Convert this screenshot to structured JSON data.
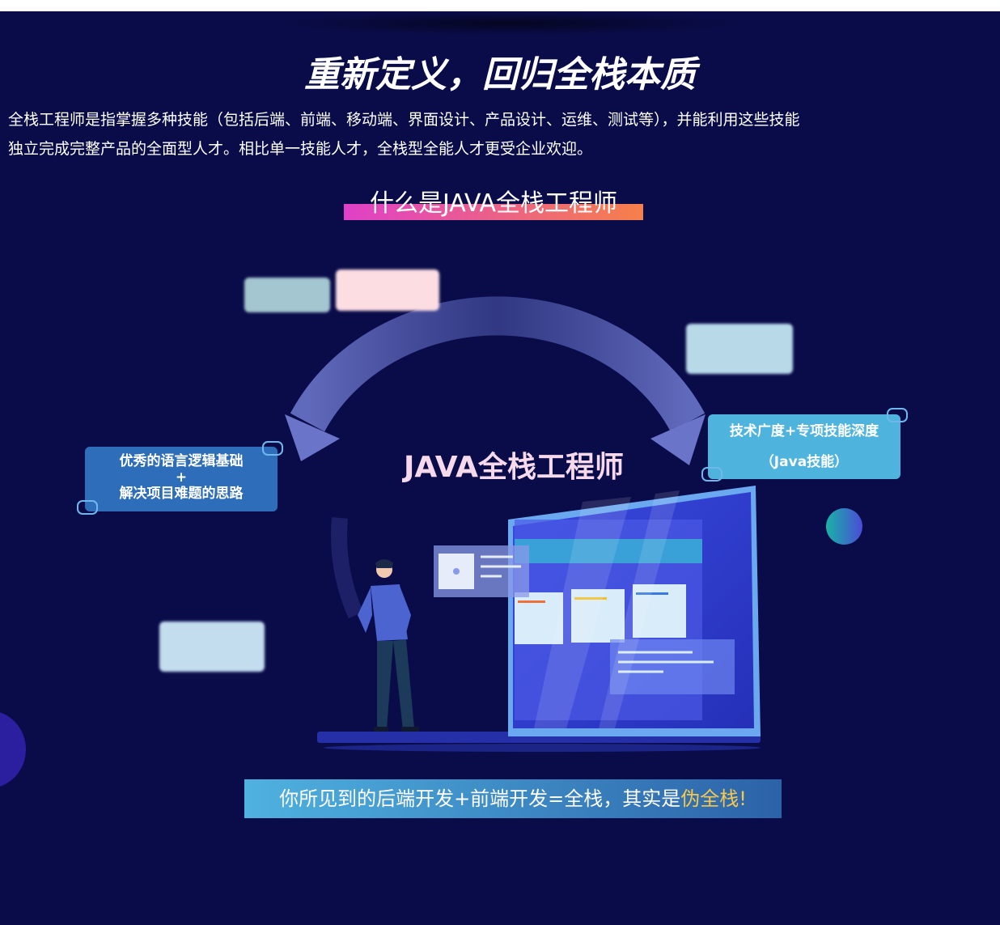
{
  "header": {
    "title": "重新定义，回归全栈本质",
    "intro_line1": "全栈工程师是指掌握多种技能（包括后端、前端、移动端、界面设计、产品设计、运维、测试等），并能利用这些技能",
    "intro_line2": "独立完成完整产品的全面型人才。相比单一技能人才，全栈型全能人才更受企业欢迎。"
  },
  "section": {
    "title": "什么是JAVA全栈工程师"
  },
  "illustration": {
    "center_title": "JAVA全栈工程师",
    "left_badge": {
      "line1": "优秀的语言逻辑基础",
      "line2": "+",
      "line3": "解决项目难题的思路"
    },
    "right_badge": {
      "line1": "技术广度+专项技能深度",
      "line2": "（Java技能）"
    }
  },
  "banner": {
    "text_main": "你所见到的后端开发+前端开发=全栈，其实是",
    "text_highlight": "伪全栈!"
  },
  "colors": {
    "background": "#0a0c4a",
    "highlight": "#f6c84a",
    "left_badge": "#2e6db9",
    "right_badge": "#4fb4dd"
  }
}
